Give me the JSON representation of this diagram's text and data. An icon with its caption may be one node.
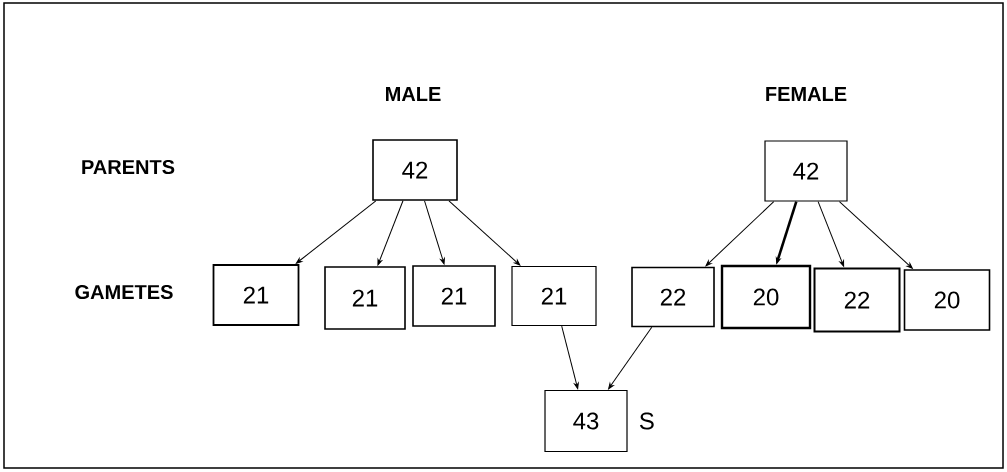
{
  "diagram": {
    "nodes": [
      {
        "text": [
          "42"
        ]
      },
      {
        "text": [
          "42"
        ]
      },
      {
        "text": [
          "21"
        ]
      },
      {
        "text": [
          "21"
        ]
      },
      {
        "text": [
          "21"
        ]
      },
      {
        "text": [
          "21"
        ]
      },
      {
        "text": [
          "22"
        ]
      },
      {
        "text": [
          "20"
        ]
      },
      {
        "text": [
          "22"
        ]
      },
      {
        "text": [
          "20"
        ]
      },
      {
        "text": [
          "43"
        ],
        "beside": [
          "S"
        ]
      }
    ],
    "edges": [
      {
        "from": 0,
        "to": 2,
        "arrow": "to"
      },
      {
        "from": 0,
        "to": 3,
        "arrow": "to"
      },
      {
        "from": 0,
        "to": 4,
        "arrow": "to"
      },
      {
        "from": 0,
        "to": 5,
        "arrow": "to"
      },
      {
        "from": 1,
        "to": 6,
        "arrow": "to"
      },
      {
        "from": 1,
        "to": 7,
        "arrow": "to",
        "style": "thick"
      },
      {
        "from": 1,
        "to": 8,
        "arrow": "to"
      },
      {
        "from": 1,
        "to": 9,
        "arrow": "to"
      },
      {
        "from": 5,
        "to": 10,
        "arrow": "to"
      },
      {
        "from": 6,
        "to": 10,
        "arrow": "to"
      }
    ],
    "labels": [
      "MALE",
      "FEMALE",
      "PARENTS",
      "GAMETES"
    ]
  }
}
